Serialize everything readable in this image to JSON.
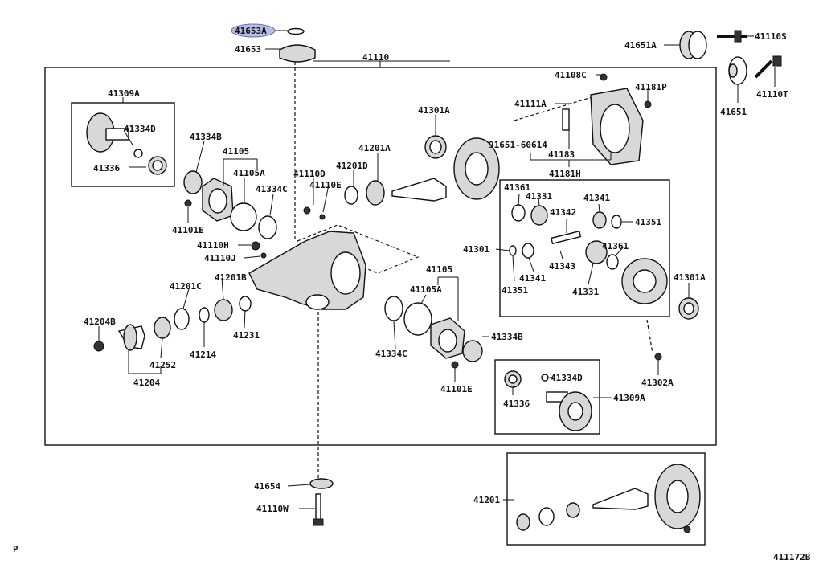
{
  "labels": {
    "41653A": "41653A",
    "41653": "41653",
    "41110": "41110",
    "41651A": "41651A",
    "41110S": "41110S",
    "41651": "41651",
    "41110T": "41110T",
    "41108C": "41108C",
    "41181P": "41181P",
    "41111A": "41111A",
    "91651-60614": "91651-60614",
    "41183": "41183",
    "41181H": "41181H",
    "41301A": "41301A",
    "41201A": "41201A",
    "41201D": "41201D",
    "41110D": "41110D",
    "41110E": "41110E",
    "41309A": "41309A",
    "41334D": "41334D",
    "41336": "41336",
    "41334B": "41334B",
    "41105": "41105",
    "41105A": "41105A",
    "41334C": "41334C",
    "41101E": "41101E",
    "41110H": "41110H",
    "41110J": "41110J",
    "41201B": "41201B",
    "41201C": "41201C",
    "41204B": "41204B",
    "41231": "41231",
    "41214": "41214",
    "41252": "41252",
    "41204": "41204",
    "41361": "41361",
    "41331": "41331",
    "41342": "41342",
    "41341": "41341",
    "41351": "41351",
    "41301": "41301",
    "41343": "41343",
    "41302A": "41302A",
    "41654": "41654",
    "41110W": "41110W",
    "41201": "41201"
  },
  "highlighted_part": "41653A",
  "colors": {
    "highlight": "#b9bce8",
    "line": "#111111"
  },
  "footer": {
    "marker": "P",
    "diagram_id": "411172B"
  }
}
